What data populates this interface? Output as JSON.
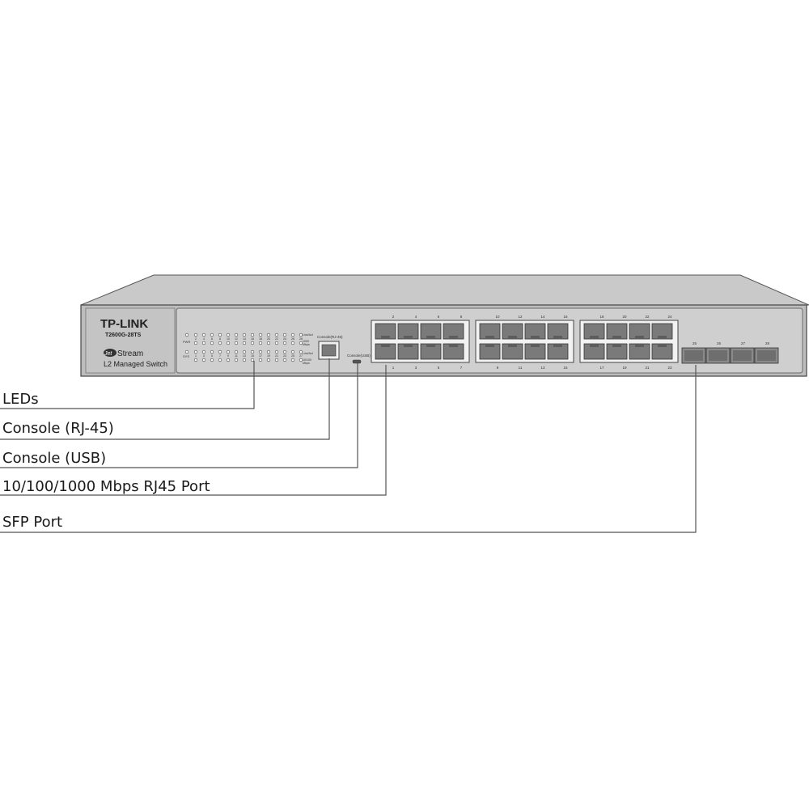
{
  "device": {
    "brand": "TP-LINK",
    "model": "T2600G-28TS",
    "series_prefix": "Jet",
    "series_suffix": "Stream",
    "description": "L2 Managed Switch",
    "console_rj45_label": "Console(RJ-45)",
    "console_usb_label": "Console(USB)",
    "led_pwr_label": "PWR",
    "led_sys_label": "SYS",
    "led_legend_top": [
      "Link/Act",
      "1000",
      "Mbps"
    ],
    "led_legend_bottom": [
      "Link/Act",
      "10/100",
      "Mbps"
    ],
    "led_top_numbers": [
      "2",
      "4",
      "6",
      "8",
      "10",
      "12",
      "14",
      "16",
      "18",
      "20",
      "22",
      "24",
      "26",
      "28"
    ],
    "led_bottom_numbers": [
      "1",
      "3",
      "5",
      "7",
      "9",
      "11",
      "13",
      "15",
      "17",
      "19",
      "21",
      "23",
      "25",
      "27"
    ],
    "rj45_groups": [
      {
        "top": [
          "2",
          "4",
          "6",
          "8"
        ],
        "bottom": [
          "1",
          "3",
          "5",
          "7"
        ]
      },
      {
        "top": [
          "10",
          "12",
          "14",
          "16"
        ],
        "bottom": [
          "9",
          "11",
          "13",
          "15"
        ]
      },
      {
        "top": [
          "18",
          "20",
          "22",
          "24"
        ],
        "bottom": [
          "17",
          "19",
          "21",
          "23"
        ]
      }
    ],
    "sfp_numbers": [
      "25",
      "26",
      "27",
      "28"
    ]
  },
  "callouts": [
    {
      "label": "LEDs"
    },
    {
      "label": "Console (RJ-45)"
    },
    {
      "label": "Console (USB)"
    },
    {
      "label": "10/100/1000 Mbps RJ45 Port"
    },
    {
      "label": "SFP Port"
    }
  ],
  "colors": {
    "chassis_top": "#c9c9c9",
    "chassis_front": "#bdbdbd",
    "panel": "#d2d2d2",
    "port_body": "#7a7a7a",
    "outline": "#4a4a4a",
    "led": "#ffffff"
  }
}
